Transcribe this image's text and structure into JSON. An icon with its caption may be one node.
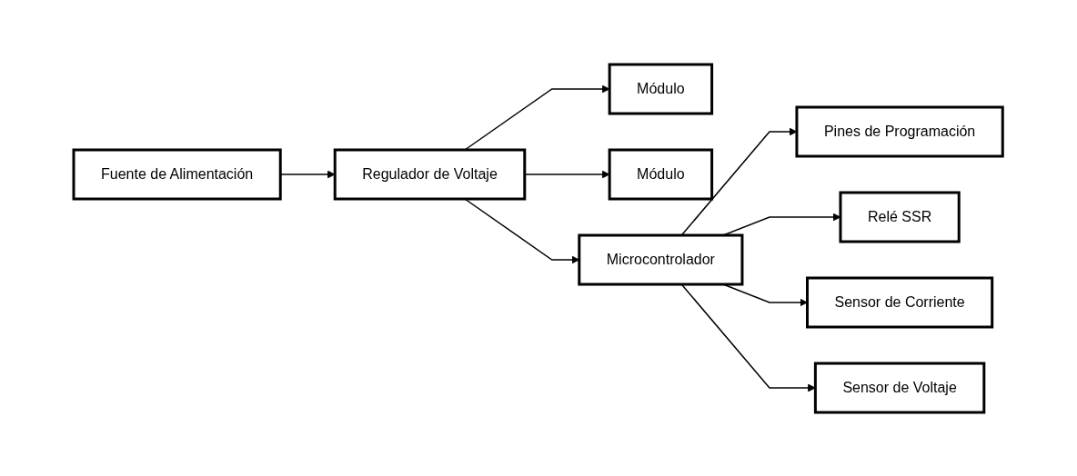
{
  "diagram": {
    "nodes": [
      {
        "text": [
          "Módulo"
        ]
      },
      {
        "text": [
          "Módulo"
        ]
      },
      {
        "text": [
          "Fuente de Alimentación"
        ]
      },
      {
        "text": [
          "Regulador de Voltaje"
        ]
      },
      {
        "text": [
          "Microcontrolador"
        ]
      },
      {
        "text": [
          "Pines de Programación"
        ]
      },
      {
        "text": [
          "Relé SSR"
        ]
      },
      {
        "text": [
          "Sensor de Corriente"
        ]
      },
      {
        "text": [
          "Sensor de Voltaje"
        ]
      }
    ],
    "edges": [
      {
        "from": 3,
        "to": 0,
        "arrow": "to"
      },
      {
        "from": 3,
        "to": 1,
        "arrow": "to"
      },
      {
        "from": 2,
        "to": 3,
        "arrow": "to"
      },
      {
        "from": 3,
        "to": 4,
        "arrow": "to"
      },
      {
        "from": 4,
        "to": 5,
        "arrow": "to"
      },
      {
        "from": 4,
        "to": 6,
        "arrow": "to"
      },
      {
        "from": 4,
        "to": 7,
        "arrow": "to"
      },
      {
        "from": 4,
        "to": 8,
        "arrow": "to"
      }
    ]
  }
}
